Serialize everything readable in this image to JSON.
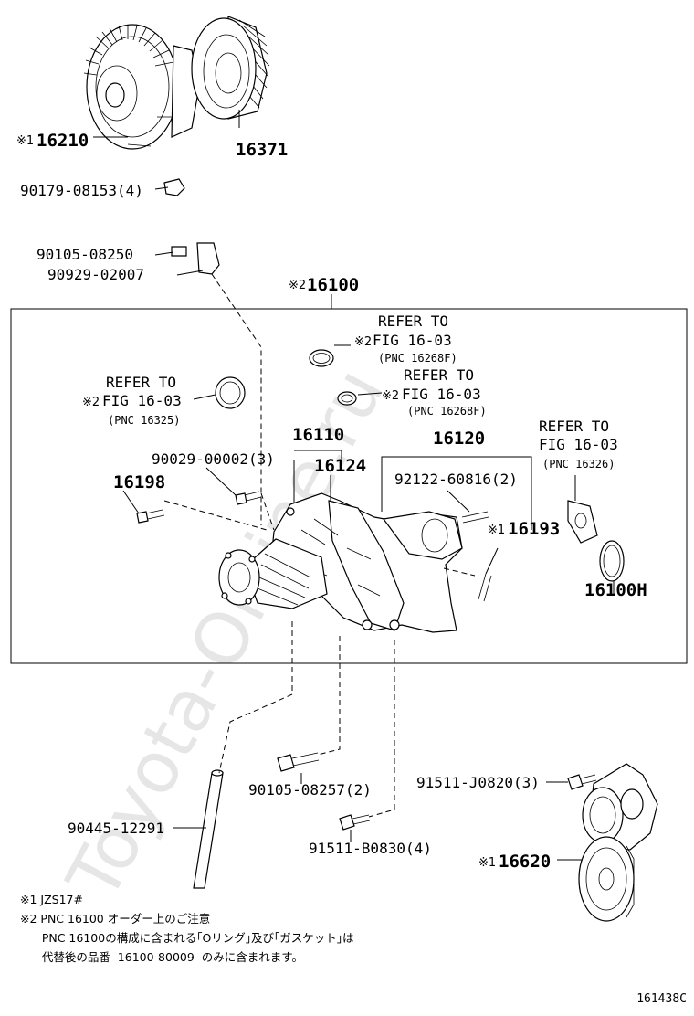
{
  "watermark": "Toyota-Online.ru",
  "labels": {
    "p16210": "16210",
    "p16371": "16371",
    "p90179": "90179-08153(4)",
    "p90105a": "90105-08250",
    "p90929": "90929-02007",
    "p16100": "16100",
    "refer1_a": "REFER TO",
    "refer1_b": "FIG 16-03",
    "refer1_c": "(PNC 16268F)",
    "refer2_a": "REFER TO",
    "refer2_b": "FIG 16-03",
    "refer2_c": "(PNC 16268F)",
    "refer3_a": "REFER TO",
    "refer3_b": "FIG 16-03",
    "refer3_c": "(PNC 16325)",
    "refer4_a": "REFER TO",
    "refer4_b": "FIG 16-03",
    "refer4_c": "(PNC 16326)",
    "p16110": "16110",
    "p16120": "16120",
    "p90029": "90029-00002(3)",
    "p16124": "16124",
    "p92122": "92122-60816(2)",
    "p16198": "16198",
    "p16193": "16193",
    "p16100H": "16100H",
    "p90105b": "90105-08257(2)",
    "p91511j": "91511-J0820(3)",
    "p90445": "90445-12291",
    "p91511b": "91511-B0830(4)",
    "p16620": "16620",
    "mark1": "※1",
    "mark2": "※2"
  },
  "notes": {
    "n1": "※1 JZS17#",
    "n2": "※2 PNC 16100 オーダー上のご注意",
    "n3": "      PNC 16100の構成に含まれる｢Oリング｣及び｢ガスケット｣は",
    "n4": "      代替後の品番  16100-80009  のみに含まれます。"
  },
  "figure_id": "161438C"
}
